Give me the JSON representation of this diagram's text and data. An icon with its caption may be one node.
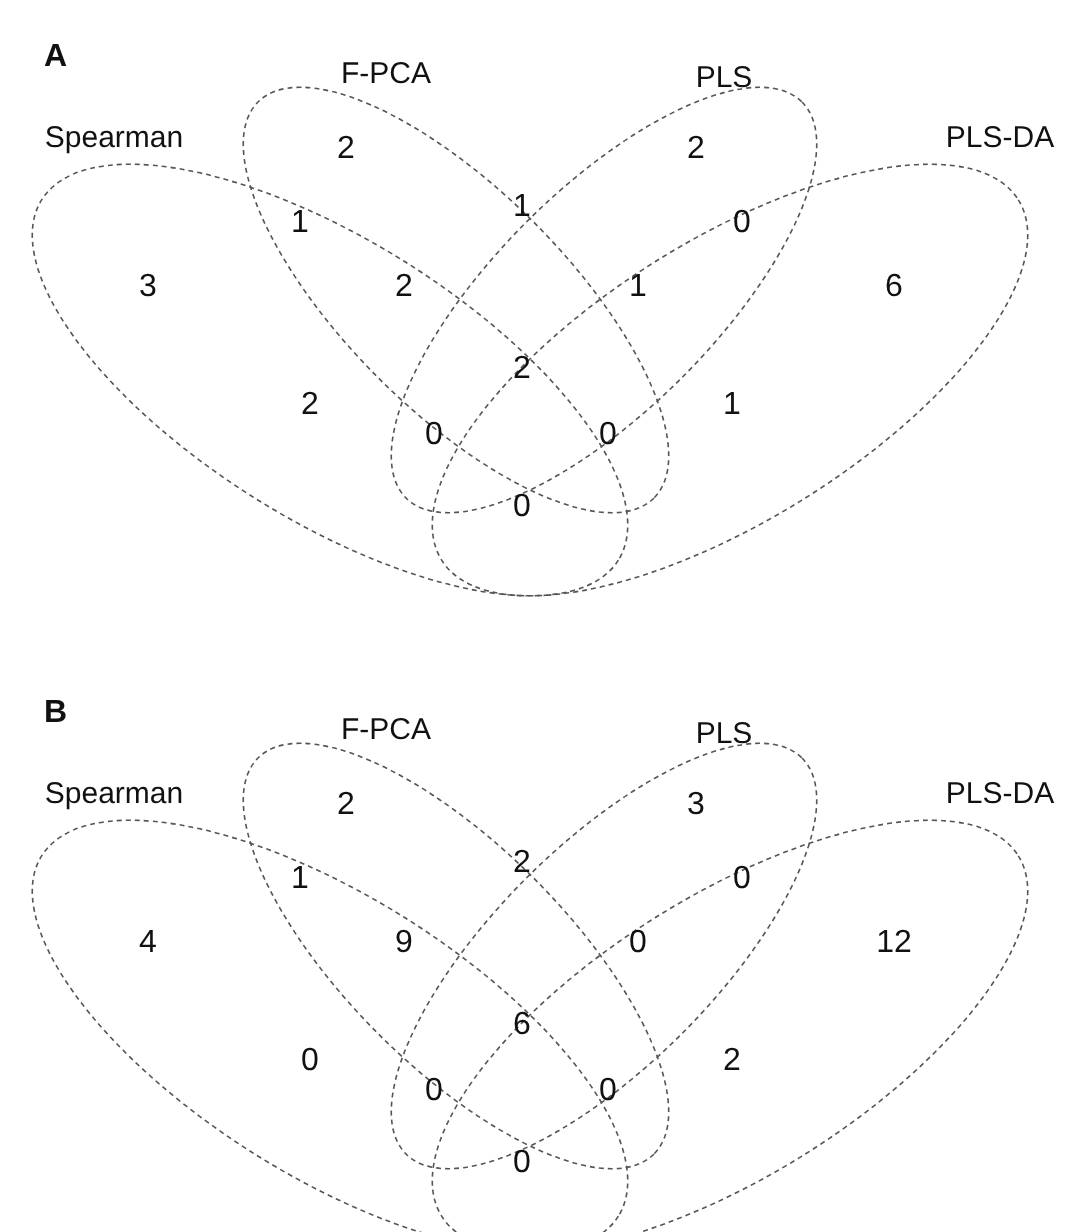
{
  "diagram": {
    "nodes": [
      {
        "text": [
          "Spearman"
        ]
      },
      {
        "text": [
          "F-PCA"
        ]
      },
      {
        "text": [
          "PLS"
        ]
      },
      {
        "text": [
          "PLS-DA"
        ]
      },
      {
        "text": [
          "Spearman"
        ]
      },
      {
        "text": [
          "F-PCA"
        ]
      },
      {
        "text": [
          "PLS"
        ]
      },
      {
        "text": [
          "PLS-DA"
        ]
      }
    ],
    "edges": [],
    "labels": [
      "A",
      "2",
      "2",
      "1",
      "1",
      "0",
      "3",
      "2",
      "1",
      "6",
      "2",
      "2",
      "1",
      "0",
      "0",
      "0",
      "B",
      "2",
      "3",
      "2",
      "1",
      "0",
      "4",
      "9",
      "0",
      "12",
      "6",
      "0",
      "2",
      "0",
      "0",
      "0"
    ]
  }
}
